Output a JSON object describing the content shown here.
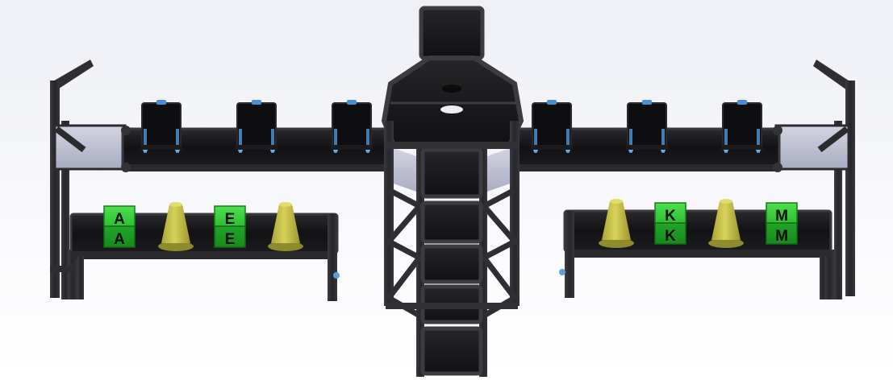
{
  "scene": {
    "background": "#f3f4f8",
    "frame_color": "#2b2b2e",
    "tray_color": "#141416",
    "glass_color": "#b9bccf",
    "clip_color": "#4a8fd0",
    "cone_color": "#c8c24a",
    "cube_color": "#27b52c"
  },
  "left_shelf": {
    "items": [
      {
        "kind": "cube",
        "letter_top": "A",
        "letter_bottom": "A"
      },
      {
        "kind": "cone"
      },
      {
        "kind": "cube",
        "letter_top": "E",
        "letter_bottom": "E"
      },
      {
        "kind": "cone"
      }
    ]
  },
  "right_shelf": {
    "items": [
      {
        "kind": "cone"
      },
      {
        "kind": "cube",
        "letter_top": "K",
        "letter_bottom": "K"
      },
      {
        "kind": "cone"
      },
      {
        "kind": "cube",
        "letter_top": "M",
        "letter_bottom": "M"
      }
    ]
  },
  "upper_holders": {
    "left_count": 3,
    "right_count": 3
  }
}
